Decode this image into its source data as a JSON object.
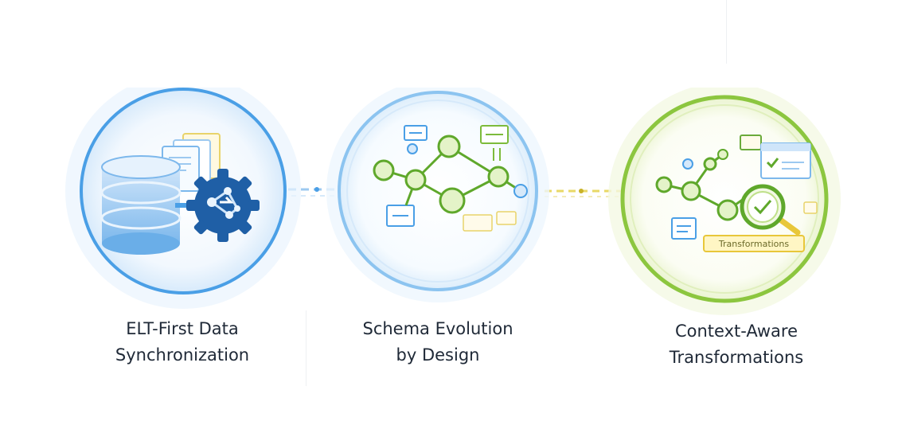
{
  "stages": [
    {
      "title_line1": "ELT-First Data",
      "title_line2": "Synchronization"
    },
    {
      "title_line1": "Schema Evolution",
      "title_line2": "by Design"
    },
    {
      "title_line1": "Context-Aware",
      "title_line2": "Transformations",
      "badge": "Transformations"
    }
  ],
  "colors": {
    "blue": "#4a9fe6",
    "blue_light": "#bcdcf7",
    "green": "#8cc63f",
    "green_light": "#d8ecb4",
    "yellow": "#f0d44a",
    "navy": "#1f5fa6"
  }
}
